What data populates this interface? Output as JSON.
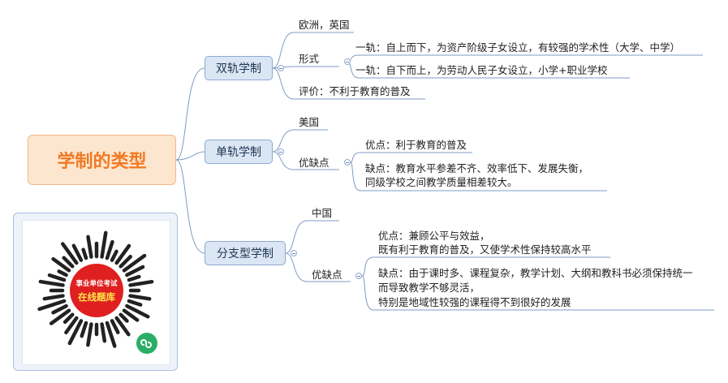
{
  "root": {
    "title": "学制的类型"
  },
  "branches": [
    {
      "label": "双轨学制",
      "children": [
        {
          "text": "欧洲，英国"
        },
        {
          "text": "形式",
          "children": [
            "一轨：自上而下，为资产阶级子女设立，有较强的学术性（大学、中学）",
            "一轨：自下而上，为劳动人民子女设立，小学+职业学校"
          ]
        },
        {
          "text": "评价：不利于教育的普及"
        }
      ]
    },
    {
      "label": "单轨学制",
      "children": [
        {
          "text": "美国"
        },
        {
          "text": "优缺点",
          "children": [
            "优点：利于教育的普及",
            "缺点：教育水平参差不齐、效率低下、发展失衡，",
            "同级学校之间教学质量相差较大。"
          ]
        }
      ]
    },
    {
      "label": "分支型学制",
      "children": [
        {
          "text": "中国"
        },
        {
          "text": "优缺点",
          "children": [
            "优点：兼顾公平与效益，",
            "既有利于教育的普及，又使学术性保持较高水平",
            "缺点：由于课时多、课程复杂，教学计划、大纲和教科书必须保持统一",
            "而导致教学不够灵活，",
            "特别是地域性较强的课程得不到很好的发展"
          ]
        }
      ]
    }
  ],
  "qr": {
    "line1": "事业单位考试",
    "line2": "在线题库"
  },
  "colors": {
    "line": "#7f9cc4",
    "root_text": "#f07a24",
    "root_bg": "#fde6cf",
    "branch_bg": "#dbe6f5",
    "qr_red": "#e02020",
    "qr_yellow": "#ffe94a",
    "mini_green": "#2aae67"
  }
}
